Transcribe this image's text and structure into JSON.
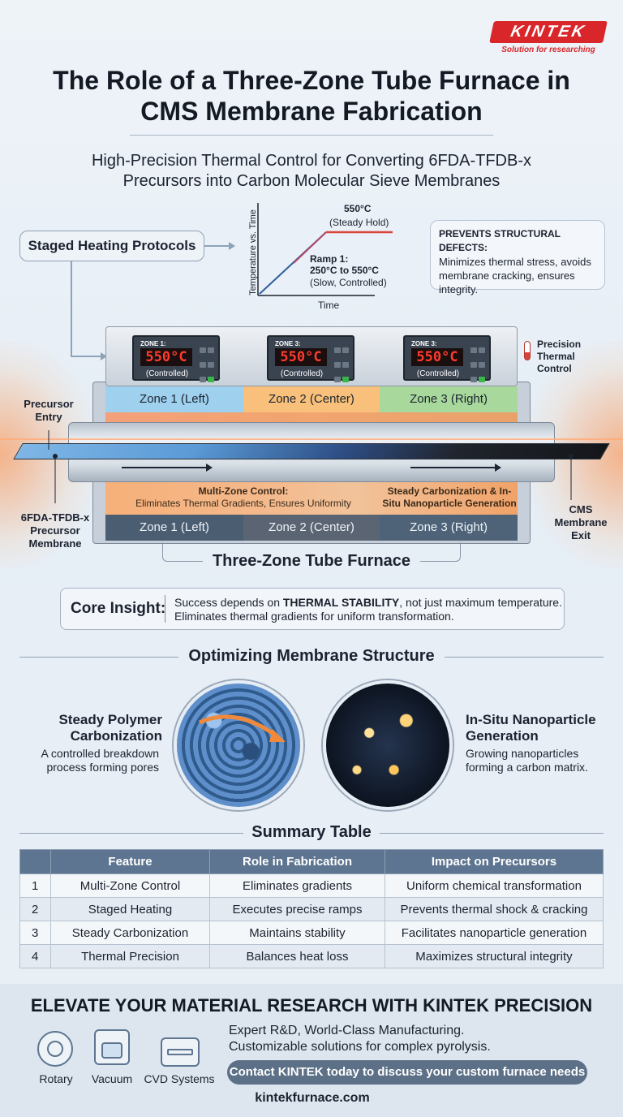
{
  "brand": {
    "logo_text": "KINTEK",
    "tagline": "Solution for researching",
    "color": "#d9262a"
  },
  "title": "The Role of a Three-Zone Tube Furnace in CMS Membrane Fabrication",
  "subtitle": "High-Precision Thermal Control for Converting 6FDA-TFDB-x Precursors into Carbon Molecular Sieve Membranes",
  "staged": {
    "label": "Staged Heating Protocols",
    "chart_ylabel": "Temperature vs. Time",
    "chart_xlabel": "Time",
    "hold_temp": "550°C",
    "hold_note": "(Steady Hold)",
    "ramp_title": "Ramp 1:",
    "ramp_range": "250°C to 550°C",
    "ramp_note": "(Slow, Controlled)"
  },
  "defects": {
    "heading": "PREVENTS STRUCTURAL DEFECTS:",
    "text": "Minimizes thermal stress, avoids membrane cracking, ensures integrity."
  },
  "controllers": [
    {
      "zone": "ZONE 1:",
      "temp": "550°C",
      "status": "(Controlled)"
    },
    {
      "zone": "ZONE 3:",
      "temp": "550°C",
      "status": "(Controlled)"
    },
    {
      "zone": "ZONE 3:",
      "temp": "550°C",
      "status": "(Controlled)"
    }
  ],
  "precision_label": "Precision Thermal Control",
  "zones_top": [
    "Zone 1 (Left)",
    "Zone 2 (Center)",
    "Zone 3 (Right)"
  ],
  "zones_bottom": [
    "Zone 1 (Left)",
    "Zone 2 (Center)",
    "Zone 3 (Right)"
  ],
  "entry_label": "Precursor Entry",
  "precursor_label": "6FDA-TFDB-x Precursor Membrane",
  "exit_label": "CMS Membrane Exit",
  "multizone": {
    "heading": "Multi-Zone Control:",
    "text": "Eliminates Thermal Gradients, Ensures Uniformity"
  },
  "steady_band": "Steady Carbonization & In-Situ Nanoparticle Generation",
  "furnace_name": "Three-Zone Tube Furnace",
  "insight": {
    "key": "Core Insight:",
    "text_pre": "Success depends on ",
    "text_bold": "THERMAL STABILITY",
    "text_post": ", not just maximum temperature.",
    "text_line2": "Eliminates thermal gradients for uniform transformation."
  },
  "optimizing": {
    "title": "Optimizing Membrane Structure",
    "left_heading": "Steady Polymer Carbonization",
    "left_text": "A controlled breakdown process forming pores",
    "right_heading": "In-Situ Nanoparticle Generation",
    "right_text": "Growing nanoparticles forming a carbon matrix."
  },
  "summary": {
    "title": "Summary Table",
    "headers": [
      "",
      "Feature",
      "Role in Fabrication",
      "Impact on Precursors"
    ],
    "rows": [
      [
        "1",
        "Multi-Zone Control",
        "Eliminates gradients",
        "Uniform chemical transformation"
      ],
      [
        "2",
        "Staged Heating",
        "Executes precise ramps",
        "Prevents thermal shock & cracking"
      ],
      [
        "3",
        "Steady Carbonization",
        "Maintains stability",
        "Facilitates nanoparticle generation"
      ],
      [
        "4",
        "Thermal Precision",
        "Balances heat loss",
        "Maximizes structural integrity"
      ]
    ]
  },
  "footer": {
    "title": "ELEVATE YOUR MATERIAL RESEARCH WITH KINTEK PRECISION",
    "icons": [
      {
        "label": "Rotary",
        "icon": "rotary-furnace-icon"
      },
      {
        "label": "Vacuum",
        "icon": "vacuum-furnace-icon"
      },
      {
        "label": "CVD Systems",
        "icon": "cvd-system-icon"
      }
    ],
    "line1": "Expert R&D, World-Class Manufacturing.",
    "line2": "Customizable solutions for complex pyrolysis.",
    "cta": "Contact KINTEK today to discuss your custom furnace needs",
    "url": "kintekfurnace.com"
  }
}
